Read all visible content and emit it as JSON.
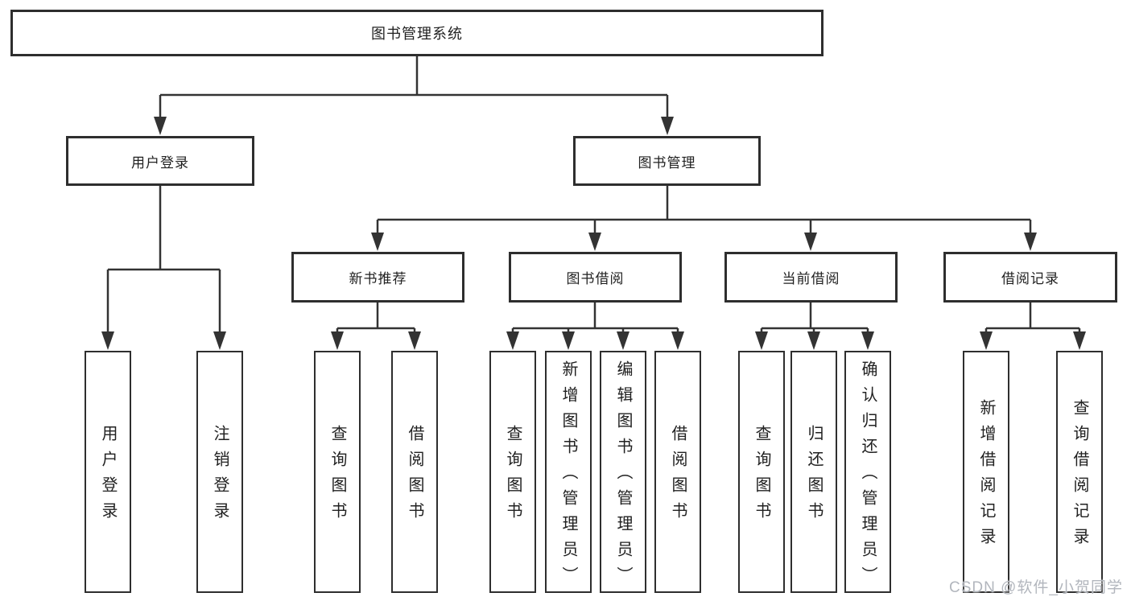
{
  "tree": {
    "label": "图书管理系统",
    "children": [
      {
        "label": "用户登录",
        "children": [
          {
            "label": "用户登录"
          },
          {
            "label": "注销登录"
          }
        ]
      },
      {
        "label": "图书管理",
        "children": [
          {
            "label": "新书推荐",
            "children": [
              {
                "label": "查询图书"
              },
              {
                "label": "借阅图书"
              }
            ]
          },
          {
            "label": "图书借阅",
            "children": [
              {
                "label": "查询图书"
              },
              {
                "label": "新增图书（管理员）"
              },
              {
                "label": "编辑图书（管理员）"
              },
              {
                "label": "借阅图书"
              }
            ]
          },
          {
            "label": "当前借阅",
            "children": [
              {
                "label": "查询图书"
              },
              {
                "label": "归还图书"
              },
              {
                "label": "确认归还（管理员）"
              }
            ]
          },
          {
            "label": "借阅记录",
            "children": [
              {
                "label": "新增借阅记录"
              },
              {
                "label": "查询借阅记录"
              }
            ]
          }
        ]
      }
    ]
  },
  "watermark": "CSDN @软件_小贺同学",
  "colors": {
    "line": "#333333",
    "box_border": "#2e2e2e",
    "text": "#212121",
    "watermark": "#b2b6bd",
    "background": "#ffffff"
  }
}
